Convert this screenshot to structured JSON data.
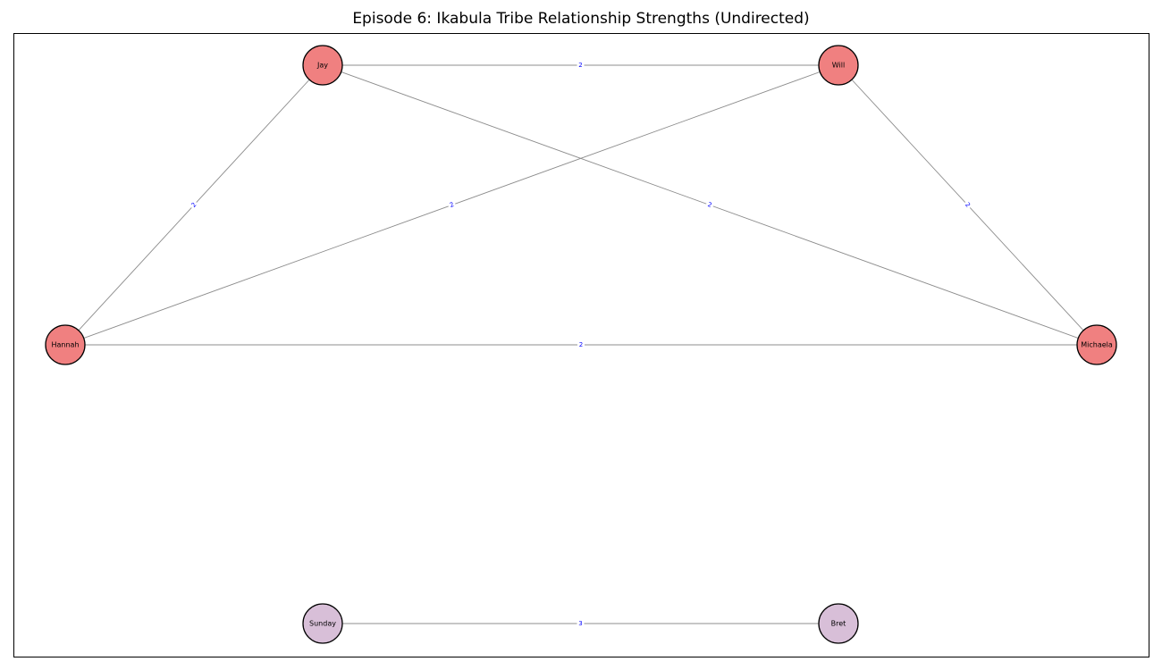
{
  "title": "Episode 6: Ikabula Tribe Relationship Strengths (Undirected)",
  "colors": {
    "primary_node": "#f08080",
    "secondary_node": "#d8bfd8",
    "edge": "#8c8c8c",
    "edge_label": "#0000ff",
    "node_border": "#000000",
    "frame": "#000000"
  },
  "nodes": [
    {
      "id": "Jay",
      "label": "Jay",
      "group": "primary"
    },
    {
      "id": "Will",
      "label": "Will",
      "group": "primary"
    },
    {
      "id": "Hannah",
      "label": "Hannah",
      "group": "primary"
    },
    {
      "id": "Michaela",
      "label": "Michaela",
      "group": "primary"
    },
    {
      "id": "Sunday",
      "label": "Sunday",
      "group": "secondary"
    },
    {
      "id": "Bret",
      "label": "Bret",
      "group": "secondary"
    }
  ],
  "edges": [
    {
      "source": "Jay",
      "target": "Will",
      "weight": "2"
    },
    {
      "source": "Jay",
      "target": "Hannah",
      "weight": "2"
    },
    {
      "source": "Jay",
      "target": "Michaela",
      "weight": "2"
    },
    {
      "source": "Will",
      "target": "Hannah",
      "weight": "2"
    },
    {
      "source": "Will",
      "target": "Michaela",
      "weight": "2"
    },
    {
      "source": "Hannah",
      "target": "Michaela",
      "weight": "2"
    },
    {
      "source": "Sunday",
      "target": "Bret",
      "weight": "3"
    }
  ]
}
